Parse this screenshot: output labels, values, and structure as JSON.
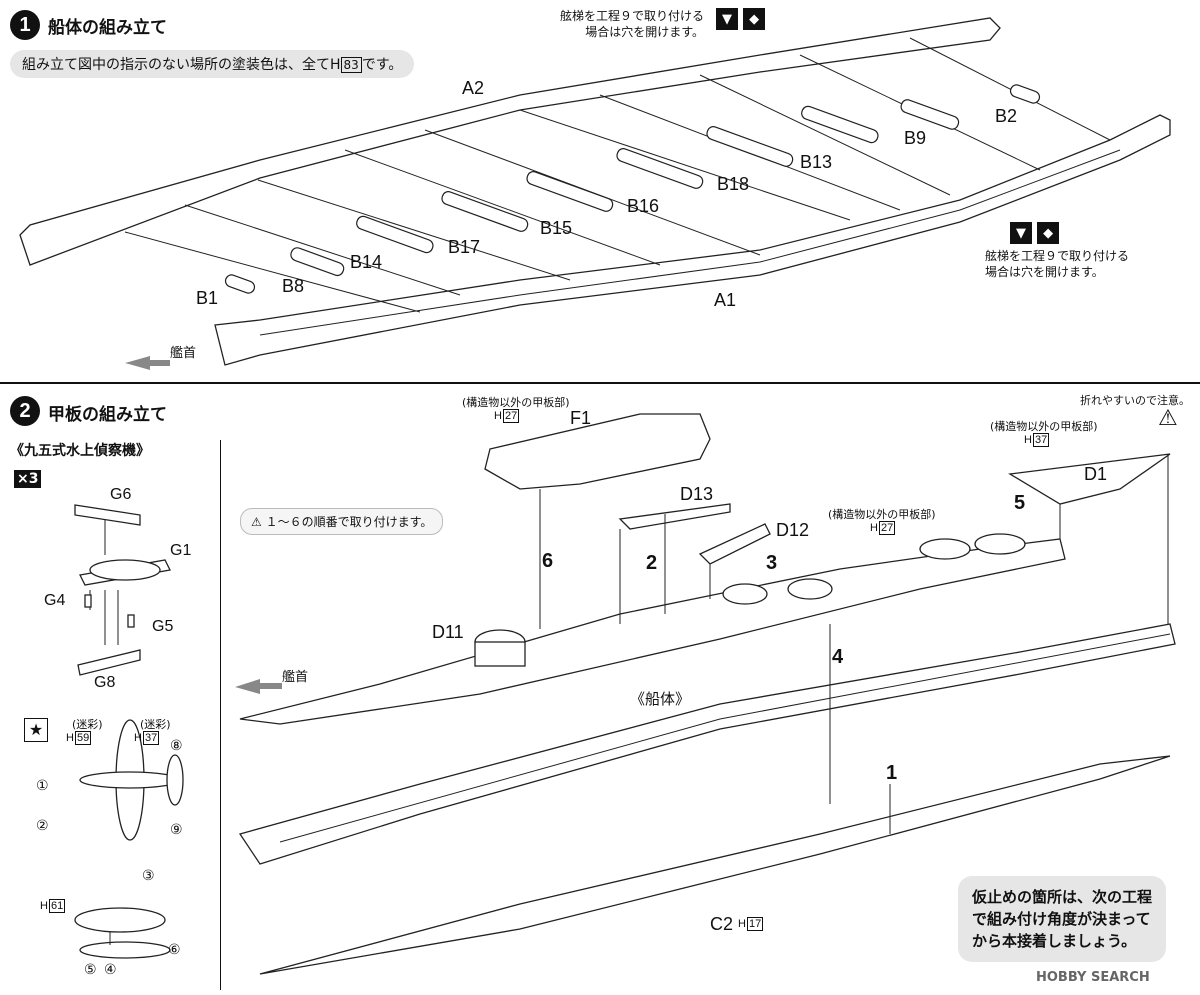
{
  "step1": {
    "number": "1",
    "title": "船体の組み立て",
    "note_pre": "組み立て図中の指示のない場所の塗装色は、全てH",
    "note_color": "83",
    "note_post": "です。",
    "ladder_note_top_1": "舷梯を工程９で取り付ける",
    "ladder_note_top_2": "場合は穴を開けます。",
    "ladder_note_right_1": "舷梯を工程９で取り付ける",
    "ladder_note_right_2": "場合は穴を開けます。",
    "bow": "艦首",
    "parts": {
      "A1": "A1",
      "A2": "A2",
      "B1": "B1",
      "B8": "B8",
      "B14": "B14",
      "B17": "B17",
      "B15": "B15",
      "B16": "B16",
      "B18": "B18",
      "B13": "B13",
      "B9": "B9",
      "B2": "B2"
    }
  },
  "step2": {
    "number": "2",
    "title": "甲板の組み立て",
    "aircraft_title": "《九五式水上偵察機》",
    "aircraft_qty": "×3",
    "order_note": "１～６の順番で取り付けます。",
    "fragile_note": "折れやすいので注意。",
    "deck_note_1": "(構造物以外の甲板部)",
    "deck_note_2": "(構造物以外の甲板部)",
    "deck_note_3": "(構造物以外の甲板部)",
    "hull_label": "《船体》",
    "bow": "艦首",
    "camo_1": "(迷彩)",
    "camo_2": "(迷彩)",
    "colors": {
      "F1": "27",
      "D1": "37",
      "deck": "27",
      "C2": "17",
      "wing1": "59",
      "wing2": "37",
      "float": "61"
    },
    "h_prefix": "H",
    "parts": {
      "G6": "G6",
      "G1": "G1",
      "G4": "G4",
      "G5": "G5",
      "G8": "G8",
      "F1": "F1",
      "D13": "D13",
      "D12": "D12",
      "D11": "D11",
      "D1": "D1",
      "C2": "C2"
    },
    "sequence": {
      "s1": "1",
      "s2": "2",
      "s3": "3",
      "s4": "4",
      "s5": "5",
      "s6": "6"
    },
    "markers": [
      "①",
      "②",
      "③",
      "④",
      "⑤",
      "⑥",
      "⑧",
      "⑨"
    ],
    "caption": "仮止めの箇所は、次の工程で組み付け角度が決まってから本接着しましょう。",
    "caption_lines": [
      "仮止めの箇所は、次の工程",
      "で組み付け角度が決まって",
      "から本接着しましょう。"
    ]
  },
  "watermark": "HOBBY SEARCH"
}
